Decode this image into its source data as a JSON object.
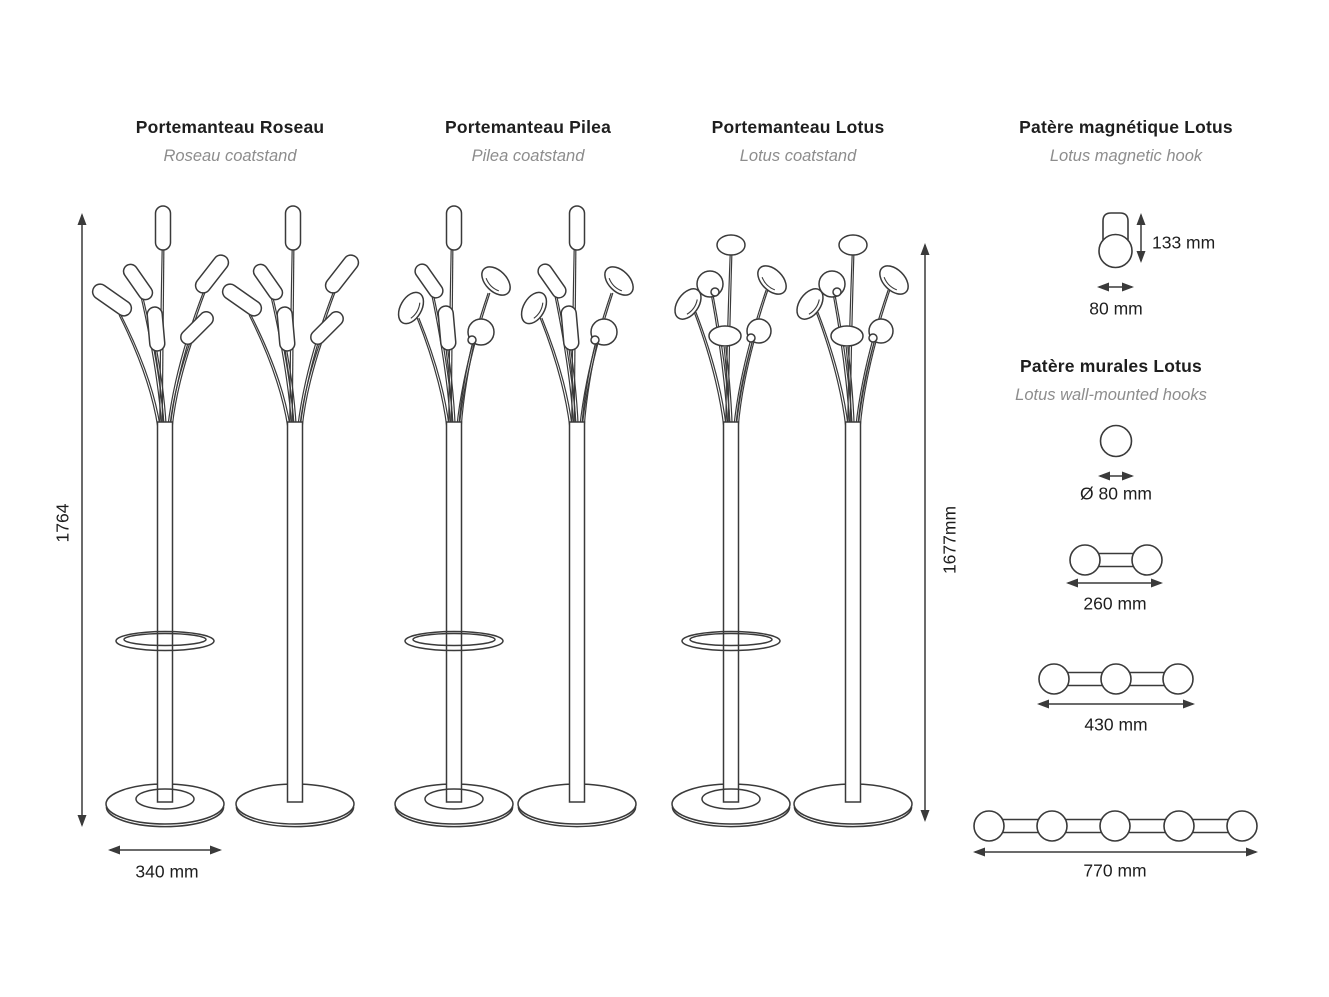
{
  "page": {
    "background": "#ffffff"
  },
  "colors": {
    "line": "#3a3a3a",
    "title_text": "#1e1e1e",
    "subtitle_text": "#8d8d8d",
    "dimension_text": "#1e1e1e"
  },
  "products": [
    {
      "title": "Portemanteau Roseau",
      "subtitle": "Roseau coatstand"
    },
    {
      "title": "Portemanteau Pilea",
      "subtitle": "Pilea coatstand"
    },
    {
      "title": "Portemanteau Lotus",
      "subtitle": "Lotus coatstand"
    },
    {
      "title": "Patère magnétique Lotus",
      "subtitle": "Lotus magnetic hook"
    },
    {
      "title": "Patère murales Lotus",
      "subtitle": "Lotus wall-mounted hooks"
    }
  ],
  "dimensions": {
    "coatstand_height_left": "1764",
    "coatstand_base_width": "340 mm",
    "coatstand_height_right": "1677mm",
    "magnetic_hook_height": "133 mm",
    "magnetic_hook_width": "80 mm",
    "wall_hook_single_diameter": "Ø 80 mm",
    "wall_hook_double_width": "260 mm",
    "wall_hook_triple_width": "430 mm",
    "wall_hook_five_width": "770 mm"
  }
}
